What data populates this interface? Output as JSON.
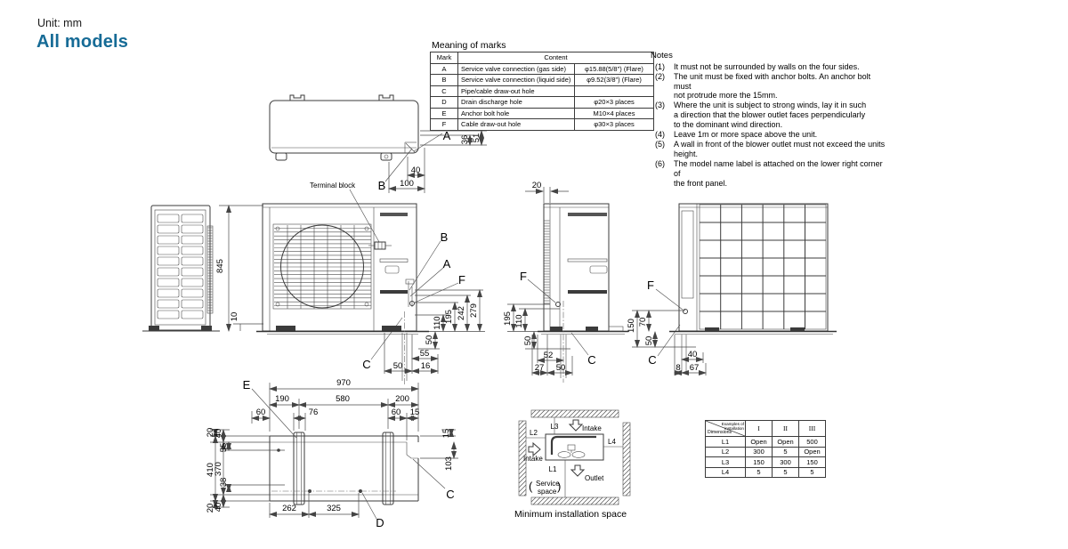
{
  "accent_color": "#166b96",
  "line_color": "#3b3b3b",
  "header": {
    "unit_label": "Unit: mm",
    "models_label": "All models"
  },
  "letters": [
    "A",
    "B",
    "C",
    "D",
    "E",
    "F"
  ],
  "marks_table": {
    "title": "Meaning of marks",
    "col_mark": "Mark",
    "col_content": "Content",
    "rows": [
      {
        "mark": "A",
        "content": "Service valve connection (gas side)",
        "spec": "φ15.88(5/8\") (Flare)"
      },
      {
        "mark": "B",
        "content": "Service valve connection (liquid side)",
        "spec": "φ9.52(3/8\") (Flare)"
      },
      {
        "mark": "C",
        "content": "Pipe/cable draw-out hole",
        "spec": ""
      },
      {
        "mark": "D",
        "content": "Drain discharge hole",
        "spec": "φ20×3 places"
      },
      {
        "mark": "E",
        "content": "Anchor bolt hole",
        "spec": "M10×4 places"
      },
      {
        "mark": "F",
        "content": "Cable draw-out hole",
        "spec": "φ30×3 places"
      }
    ]
  },
  "notes": {
    "title": "Notes",
    "items": [
      {
        "num": "(1)",
        "text": "It must not be surrounded by walls on the four sides."
      },
      {
        "num": "(2)",
        "text": "The unit must be fixed with anchor bolts. An anchor bolt must\nnot protrude more the 15mm."
      },
      {
        "num": "(3)",
        "text": "Where the unit is subject to strong winds, lay it in such\na direction that the blower outlet faces perpendicularly\nto the dominant wind direction."
      },
      {
        "num": "(4)",
        "text": "Leave 1m or more space above the unit."
      },
      {
        "num": "(5)",
        "text": "A wall in front of the blower outlet must not exceed the units\nheight."
      },
      {
        "num": "(6)",
        "text": "The model name label is attached on the lower right corner of\nthe front panel."
      }
    ]
  },
  "views": {
    "top": {
      "dims": [
        "40",
        "100",
        "36",
        "51"
      ]
    },
    "louver": {
      "dims": [
        "845",
        "10"
      ]
    },
    "front": {
      "terminal": "Terminal block",
      "dims": [
        "279",
        "242",
        "195",
        "110",
        "50",
        "55",
        "50",
        "16"
      ]
    },
    "side": {
      "dims": [
        "20",
        "195",
        "110",
        "50",
        "52",
        "27",
        "50"
      ]
    },
    "rear": {
      "dims": [
        "150",
        "70",
        "50",
        "40",
        "8",
        "67"
      ]
    },
    "bottom": {
      "dims": [
        "970",
        "190",
        "580",
        "200",
        "60",
        "76",
        "60",
        "15",
        "20",
        "40",
        "410",
        "370",
        "55",
        "38",
        "20",
        "40",
        "15",
        "103",
        "262",
        "325"
      ]
    }
  },
  "min_space": {
    "l1": "L1",
    "l2": "L2",
    "l3": "L3",
    "l4": "L4",
    "intake_top": "Intake",
    "intake_left": "Intake",
    "outlet": "Outlet",
    "paren_open": "(",
    "paren_close": ")",
    "service_1": "Service",
    "service_2": "space",
    "caption": "Minimum installation space"
  },
  "space_table": {
    "corner_top": "Examples of\ninstallation",
    "corner_bottom": "Dimensions",
    "cols": [
      "I",
      "II",
      "III"
    ],
    "rows": [
      {
        "label": "L1",
        "v": [
          "Open",
          "Open",
          "500"
        ]
      },
      {
        "label": "L2",
        "v": [
          "300",
          "5",
          "Open"
        ]
      },
      {
        "label": "L3",
        "v": [
          "150",
          "300",
          "150"
        ]
      },
      {
        "label": "L4",
        "v": [
          "5",
          "5",
          "5"
        ]
      }
    ]
  }
}
